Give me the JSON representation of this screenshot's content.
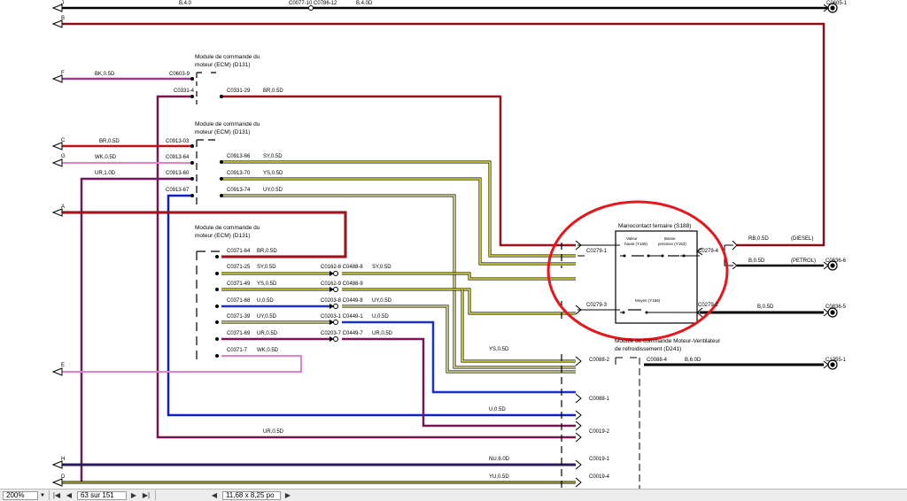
{
  "wire_labels": {
    "top_b40": "B,4.0",
    "top_c0077": "C0077-10 C0786-12",
    "top_b40b": "B,4.0D",
    "top_c0605": "C0605-1",
    "bk05": "BK,0.5D",
    "c0603_9": "C0603-9",
    "c0331_4": "C0331-4",
    "c0331_29": "C0331-29",
    "br05_a": "BR,0.5D",
    "br05_c": "BR,0.5D",
    "c0913_03": "C0913-03",
    "wk05": "WK,0.5D",
    "c0913_64": "C0913-64",
    "ur10": "UR,1.0D",
    "c0913_60": "C0913-60",
    "c0913_67": "C0913-67",
    "c0913_66": "C0913-66",
    "sy05_a": "SY,0.5D",
    "c0913_70": "C0913-70",
    "ys05_a": "YS,0.5D",
    "c0913_74": "C0913-74",
    "uy05_a": "UY,0.5D",
    "c0371_64": "C0371-64",
    "br05_b": "BR,0.5D",
    "c0371_25": "C0371-25",
    "sy05_b": "SY,0.5D",
    "c0162_8": "C0162-8 C0488-8",
    "sy05_c": "SY,0.5D",
    "c0371_49": "C0371-49",
    "ys05_b": "YS,0.5D",
    "c0162_9": "C0162-9 C0488-9",
    "c0371_68": "C0371-68",
    "u05_a": "U,0.5D",
    "c0203_8": "C0203-8 C0449-8",
    "uy05_b": "UY,0.5D",
    "c0371_39": "C0371-39",
    "uy05_c": "UY,0.5D",
    "c0203_1": "C0203-1 C0449-1",
    "u05_b": "U,0.5D",
    "c0371_69": "C0371-69",
    "ur05_a": "UR,0.5D",
    "c0203_7": "C0203-7 C0449-7",
    "ur05_b": "UR,0.5D",
    "c0371_7": "C0371-7",
    "wk05_b": "WK,0.5D",
    "c0279_1": "C0279-1",
    "c0279_4": "C0279-4",
    "c0279_3": "C0279-3",
    "c0279_2": "C0279-2",
    "rb05": "RB,0.5D",
    "diesel": "(DIESEL)",
    "b05_a": "B,0.5D",
    "petrol": "(PETROL)",
    "c0836_6": "C0836-6",
    "b05_b": "B,0.5D",
    "c0836_5": "C0836-5",
    "ys05_c": "YS,0.5D",
    "c0088_2": "C0088-2",
    "c0088_4": "C0088-4",
    "b60": "B,6.0D",
    "c1355_1": "C1355-1",
    "c0088_1": "C0088-1",
    "u05_c": "U,0.5D",
    "c0019_2": "C0019-2",
    "ur05_c": "UR,0.5D",
    "nu60": "NU,6.0D",
    "c0019_1": "C0019-1",
    "yu05": "YU,0.5D",
    "c0019_4": "C0019-4"
  },
  "edge_letters": {
    "j": "J",
    "b": "B",
    "f": "F",
    "c": "C",
    "g": "G",
    "a": "A",
    "e": "E",
    "h": "H",
    "d": "D"
  },
  "modules": {
    "ecm1_l1": "Module de commande du",
    "ecm1_l2": "moteur (ECM) (D131)",
    "ecm2_l1": "Module de commande du",
    "ecm2_l2": "moteur (ECM) (D131)",
    "ecm3_l1": "Module de commande du",
    "ecm3_l2": "moteur (ECM) (D131)",
    "switch_title": "Manocontact ternaire (S188)",
    "switch_hv_l1": "Valeur",
    "switch_hv_l2": "haute (Y165)",
    "switch_lp_l1": "Basse",
    "switch_lp_l2": "pression (Y153)",
    "switch_mid": "Moyen (Y166)",
    "fan_l1": "Module de commande Moteur-Ventilateur",
    "fan_l2": "de refroidissement (D241)"
  },
  "highlight_color": "#e8161b",
  "statusbar": {
    "zoom": "200%",
    "page": "63 sur 151",
    "size": "11,68 x 8,25 po"
  }
}
